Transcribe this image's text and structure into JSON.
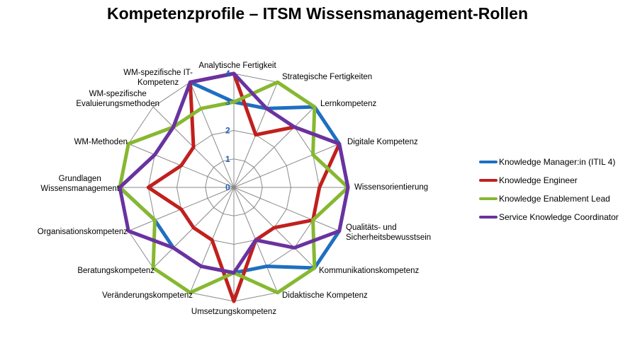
{
  "chart_data": {
    "type": "radar",
    "title": "Kompetenzprofile – ITSM Wissensmanagement-Rollen",
    "axes": [
      "Analytische Fertigkeit",
      "Strategische Fertigkeiten",
      "Lernkompetenz",
      "Digitale Kompetenz",
      "Wissensorientierung",
      "Qualitäts- und\nSicherheitsbewusstsein",
      "Kommunikationskompetenz",
      "Didaktische Kompetenz",
      "Umsetzungskompetenz",
      "Veränderungskompetenz",
      "Beratungskompetenz",
      "Organisationskompetenz",
      "Grundlagen\nWissensmanagement",
      "WM-Methoden",
      "WM-spezifische\nEvaluierungsmethoden",
      "WM-spezifische IT-\nKompetenz"
    ],
    "range": [
      0,
      4
    ],
    "ticks": [
      "0",
      "1",
      "2",
      "3",
      "4"
    ],
    "legend_position": "right",
    "series": [
      {
        "name": "Knowledge Manager:in (ITIL 4)",
        "color": "#1f6fc0",
        "values": [
          3,
          3,
          4,
          4,
          4,
          4,
          4,
          3,
          3,
          3,
          3,
          3,
          4,
          3,
          3,
          4
        ]
      },
      {
        "name": "Knowledge Engineer",
        "color": "#c0201e",
        "values": [
          4,
          2,
          3,
          4,
          3,
          3,
          2,
          2,
          4,
          2,
          2,
          2,
          3,
          2,
          2,
          4
        ]
      },
      {
        "name": "Knowledge Enablement Lead",
        "color": "#86b830",
        "values": [
          3,
          4,
          4,
          3,
          4,
          3,
          4,
          4,
          3,
          4,
          4,
          3,
          4,
          4,
          3,
          3
        ]
      },
      {
        "name": "Service Knowledge Coordinator",
        "color": "#6a32a0",
        "values": [
          4,
          3,
          3,
          4,
          4,
          4,
          3,
          2,
          3,
          3,
          3,
          4,
          4,
          3,
          3,
          4
        ]
      }
    ]
  }
}
